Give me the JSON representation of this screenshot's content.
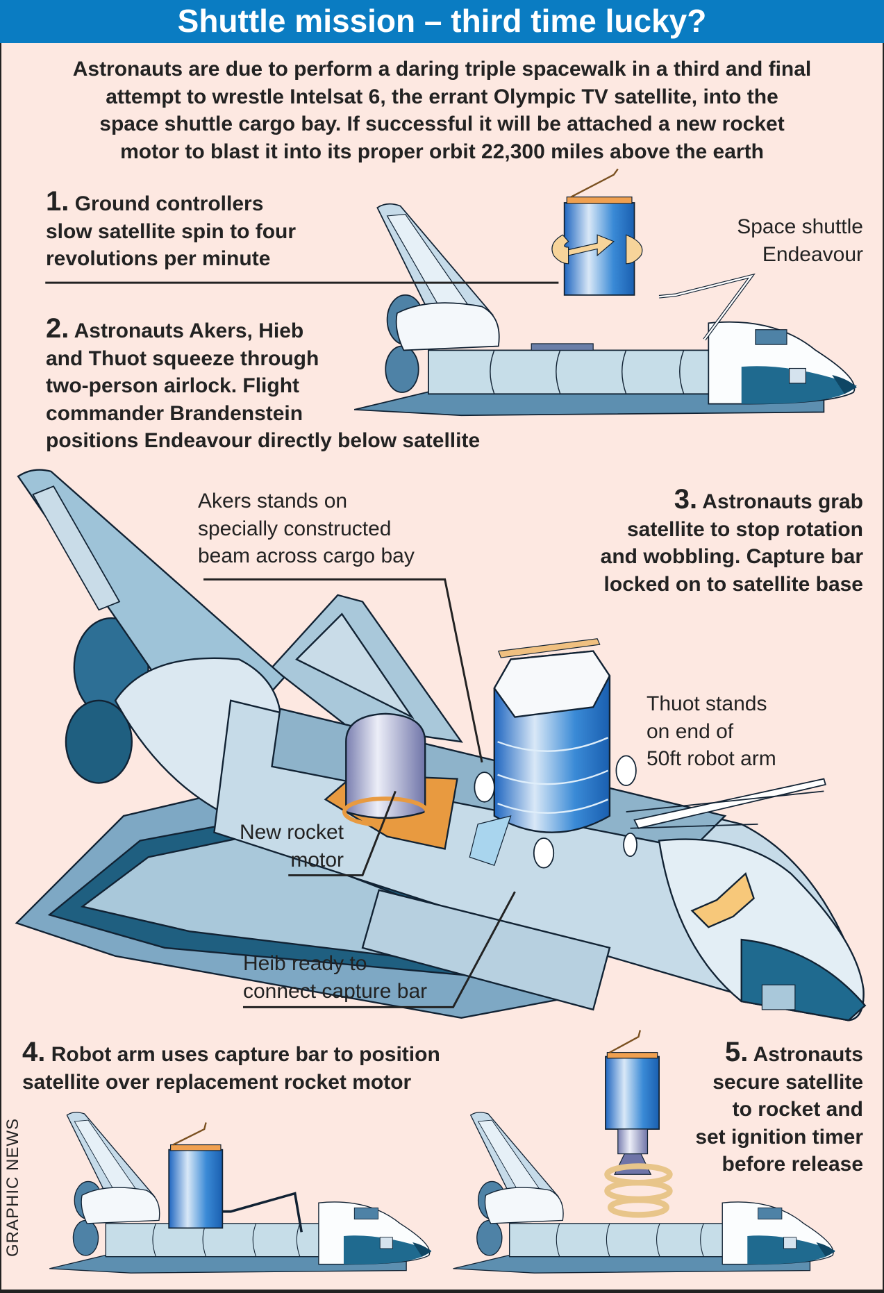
{
  "title": "Shuttle mission – third time lucky?",
  "intro": [
    "Astronauts are due to perform a daring triple spacewalk in a third and final",
    "attempt to wrestle Intelsat 6, the errant Olympic TV satellite, into the",
    "space shuttle cargo bay. If successful it will be attached a new rocket",
    "motor to blast it into its proper orbit 22,300 miles above the earth"
  ],
  "steps": [
    {
      "num": "1.",
      "lines": [
        "Ground controllers",
        "slow satellite spin to four",
        "revolutions per minute"
      ]
    },
    {
      "num": "2.",
      "lines": [
        "Astronauts Akers, Hieb",
        "and Thuot squeeze through",
        "two-person airlock. Flight",
        "commander Brandenstein",
        "positions Endeavour directly below satellite"
      ]
    },
    {
      "num": "3.",
      "lines": [
        "Astronauts grab",
        "satellite to stop rotation",
        "and wobbling. Capture bar",
        "locked on to satellite base"
      ]
    },
    {
      "num": "4.",
      "lines": [
        "Robot arm uses capture bar to position",
        "satellite over replacement rocket motor"
      ]
    },
    {
      "num": "5.",
      "lines": [
        "Astronauts",
        "secure satellite",
        "to rocket and",
        "set ignition timer",
        "before release"
      ]
    }
  ],
  "labels": {
    "shuttle": [
      "Space shuttle",
      "Endeavour"
    ],
    "akers": [
      "Akers stands on",
      "specially constructed",
      "beam across cargo bay"
    ],
    "thuot": [
      "Thuot stands",
      "on end of",
      "50ft robot arm"
    ],
    "rocket": [
      "New rocket",
      "motor"
    ],
    "heib": [
      "Heib ready to",
      "connect capture bar"
    ]
  },
  "credit": "GRAPHIC NEWS",
  "colors": {
    "title_bar": "#0a7cc2",
    "background": "#fde8e1",
    "shuttle_blue": "#1f6a8f",
    "satellite_blue": "#2f7fd0",
    "accent_orange": "#f0a050"
  }
}
